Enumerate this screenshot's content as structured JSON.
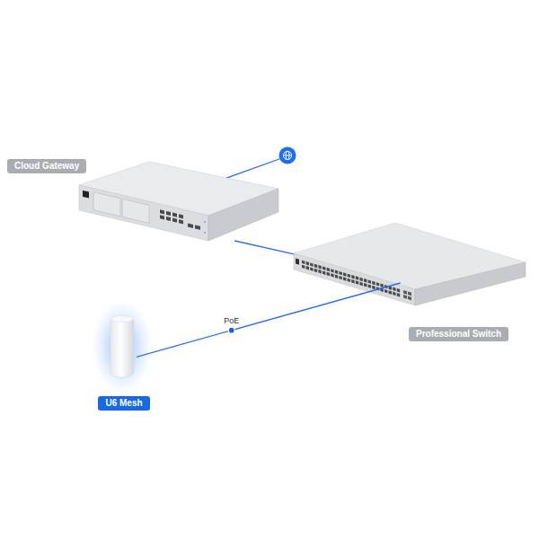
{
  "diagram": {
    "nodes": [
      {
        "text": [
          "Cloud Gateway"
        ]
      },
      {
        "text": [
          "Professional Switch"
        ]
      },
      {
        "text": [
          "U6 Mesh"
        ]
      }
    ],
    "edges": [
      {
        "from": 0,
        "to": 1,
        "arrow": "none"
      },
      {
        "from": 2,
        "to": 1,
        "label": "PoE",
        "arrow": "none"
      }
    ]
  }
}
